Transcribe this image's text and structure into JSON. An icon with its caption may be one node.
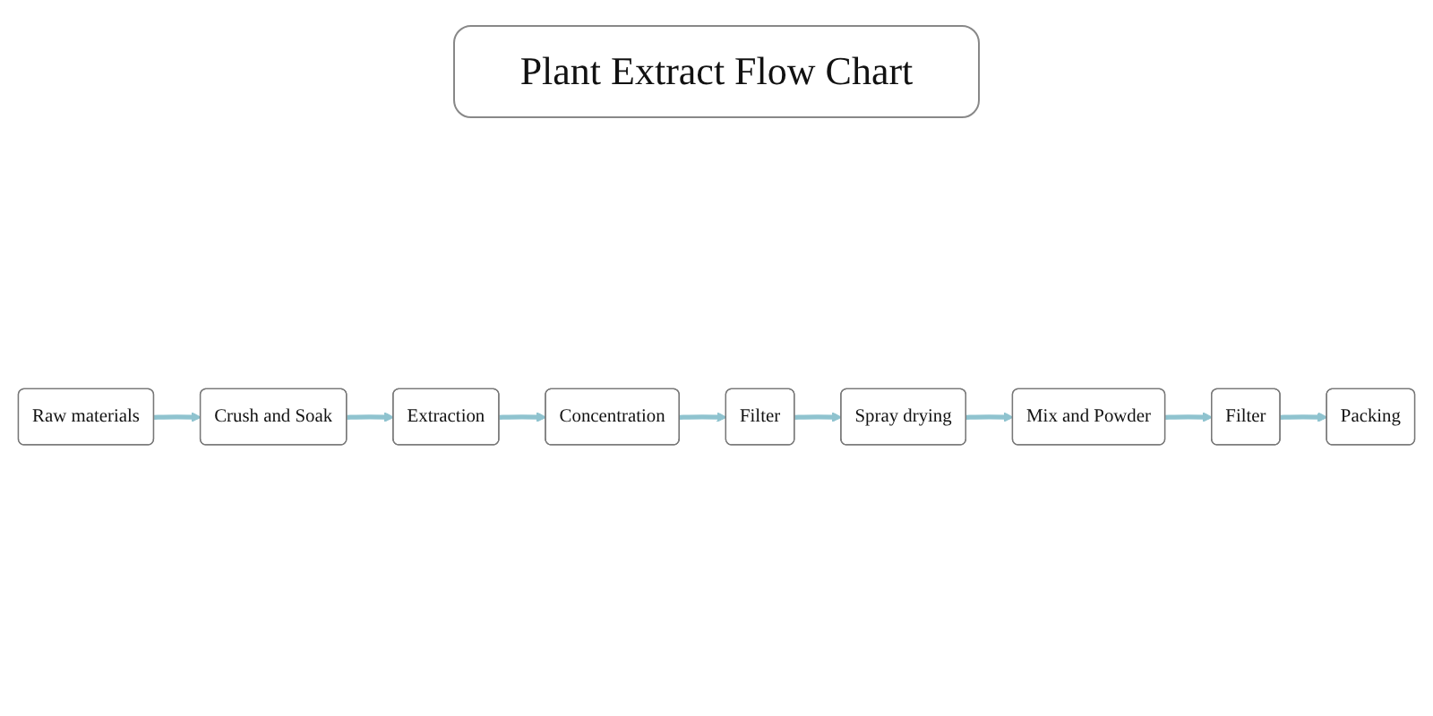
{
  "diagram": {
    "title": "Plant Extract Flow Chart",
    "nodes": [
      {
        "text": [
          "Raw materials"
        ]
      },
      {
        "text": [
          "Crush and Soak"
        ]
      },
      {
        "text": [
          "Extraction"
        ]
      },
      {
        "text": [
          "Concentration"
        ]
      },
      {
        "text": [
          "Filter"
        ]
      },
      {
        "text": [
          "Spray drying"
        ]
      },
      {
        "text": [
          "Mix and Powder"
        ]
      },
      {
        "text": [
          "Filter"
        ]
      },
      {
        "text": [
          "Packing"
        ]
      }
    ],
    "edges": [
      {
        "from": 0,
        "to": 1,
        "arrow": "to"
      },
      {
        "from": 1,
        "to": 2,
        "arrow": "to"
      },
      {
        "from": 2,
        "to": 3,
        "arrow": "to"
      },
      {
        "from": 3,
        "to": 4,
        "arrow": "to"
      },
      {
        "from": 4,
        "to": 5,
        "arrow": "to"
      },
      {
        "from": 5,
        "to": 6,
        "arrow": "to"
      },
      {
        "from": 6,
        "to": 7,
        "arrow": "to"
      },
      {
        "from": 7,
        "to": 8,
        "arrow": "to"
      }
    ]
  }
}
